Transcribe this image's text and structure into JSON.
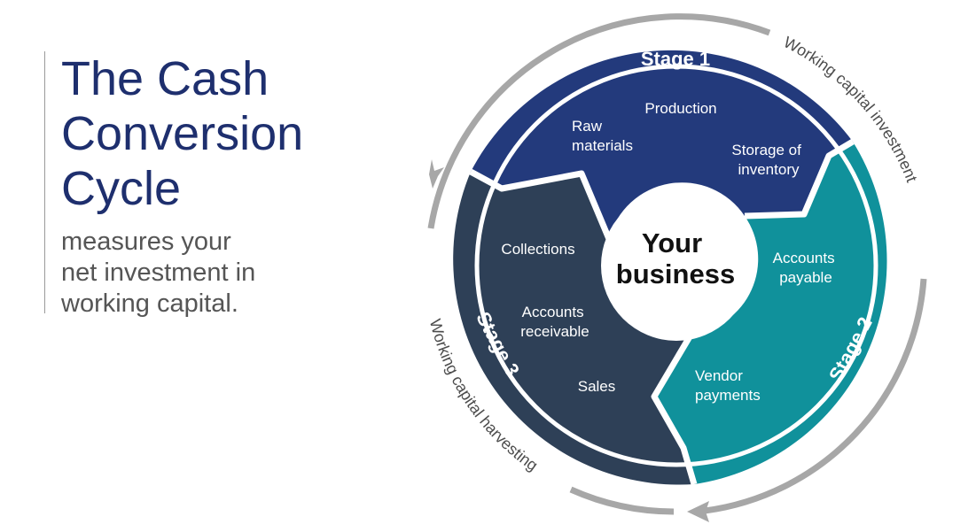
{
  "intro": {
    "title_lines": [
      "The Cash",
      "Conversion",
      "Cycle"
    ],
    "subtitle_lines": [
      "measures your",
      "net investment in",
      "working capital."
    ]
  },
  "diagram": {
    "center": [
      "Your",
      "business"
    ],
    "stage1": {
      "label": "Stage 1",
      "color": "#233a7c",
      "items": [
        [
          "Raw",
          "materials"
        ],
        [
          "Production"
        ],
        [
          "Storage of",
          "inventory"
        ]
      ]
    },
    "stage2": {
      "label": "Stage 2",
      "color": "#10919b",
      "items": [
        [
          "Accounts",
          "payable"
        ],
        [
          "Vendor",
          "payments"
        ]
      ]
    },
    "stage3": {
      "label": "Stage 3",
      "color": "#2e4057",
      "items": [
        [
          "Collections"
        ],
        [
          "Accounts",
          "receivable"
        ],
        [
          "Sales"
        ]
      ]
    },
    "outer_labels": {
      "top": "Working capital investment",
      "bottom": "Working capital harvesting"
    },
    "arrow_color": "#a7a7a7"
  }
}
